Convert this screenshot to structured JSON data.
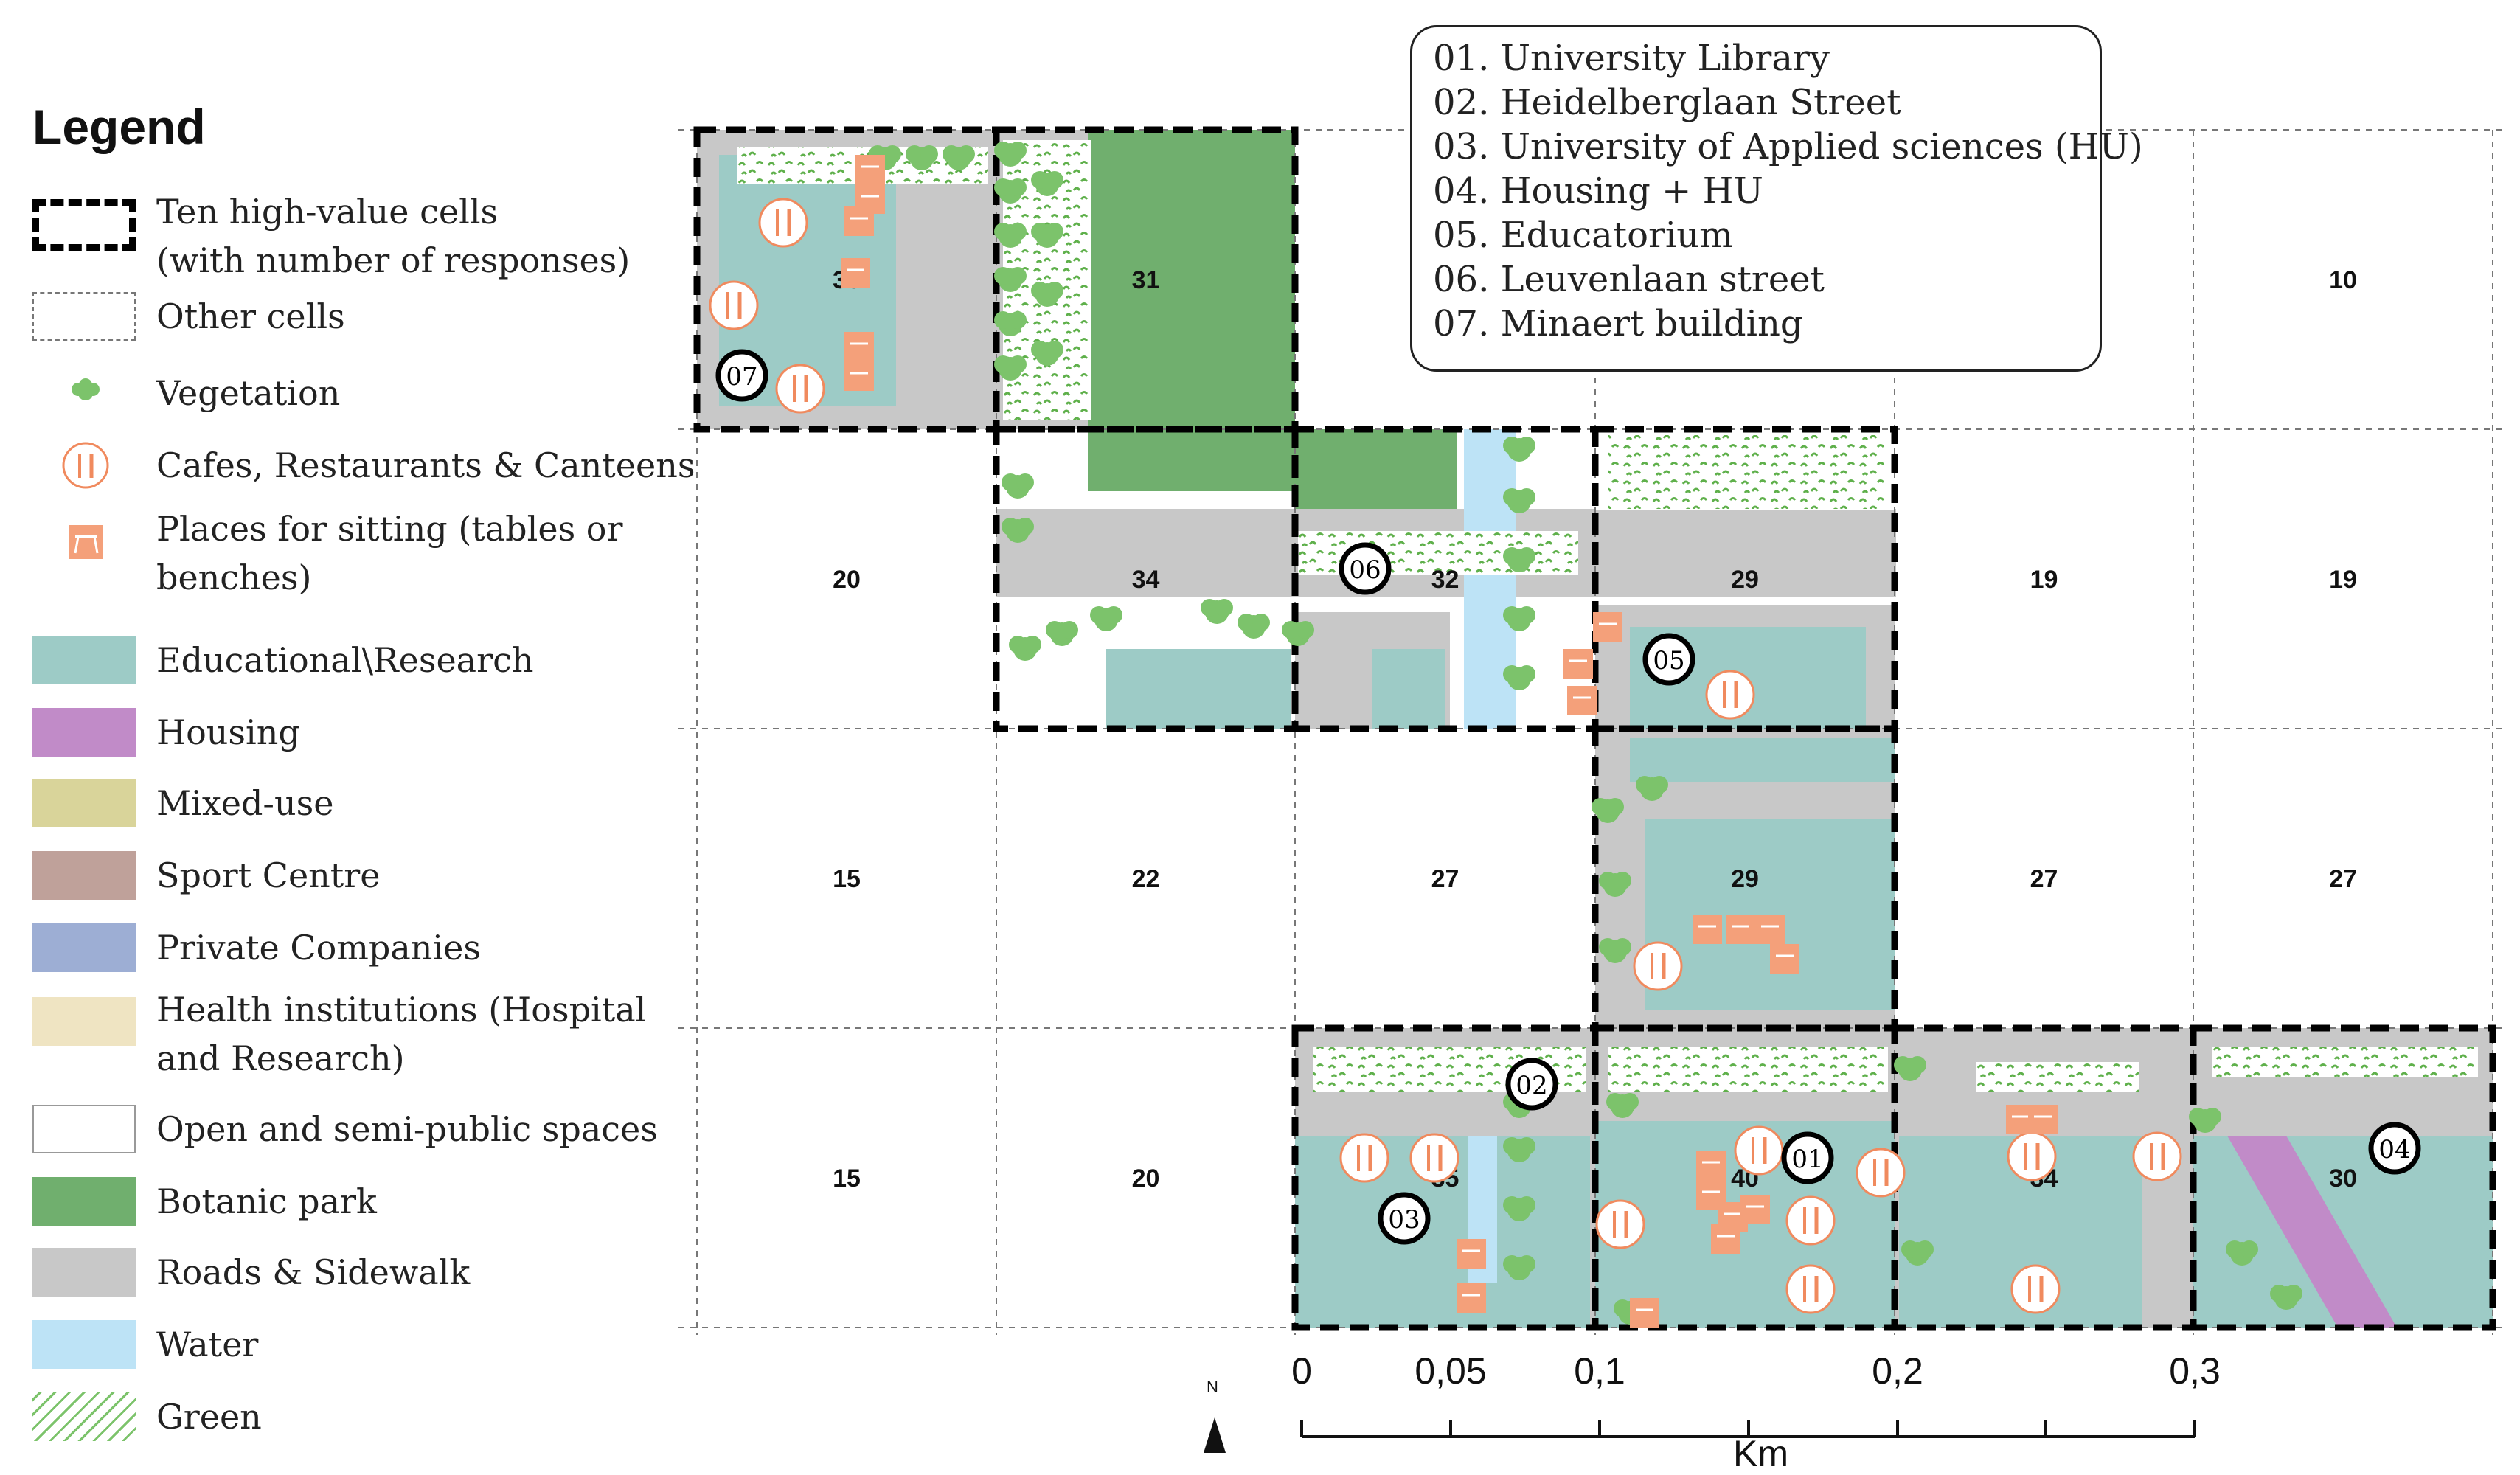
{
  "legend": {
    "title": "Legend",
    "items": [
      {
        "label": "Ten high-value cells\n(with number of responses)",
        "swatch": "high-value-cell"
      },
      {
        "label": "Other cells",
        "swatch": "other-cell"
      },
      {
        "label": "Vegetation",
        "swatch": "vegetation-icon"
      },
      {
        "label": "Cafes, Restaurants & Canteens",
        "swatch": "fork-knife-icon"
      },
      {
        "label": "Places for sitting (tables or\nbenches)",
        "swatch": "picnic-table-icon"
      },
      {
        "label": "Educational\\Research",
        "color": "#9DCBC6"
      },
      {
        "label": "Housing",
        "color": "#C18BC8"
      },
      {
        "label": "Mixed-use",
        "color": "#D9D49A"
      },
      {
        "label": "Sport Centre",
        "color": "#BFA19A"
      },
      {
        "label": "Private Companies",
        "color": "#9DAED4"
      },
      {
        "label": "Health institutions (Hospital\nand Research)",
        "color": "#EFE4C2"
      },
      {
        "label": "Open and semi-public spaces",
        "color": "#FFFFFF"
      },
      {
        "label": "Botanic park",
        "color": "#70AF6E"
      },
      {
        "label": "Roads & Sidewalk",
        "color": "#C8C8C8"
      },
      {
        "label": "Water",
        "color": "#BDE3F6"
      },
      {
        "label": "Green",
        "swatch": "green-pattern"
      }
    ]
  },
  "colors": {
    "education": "#9DCBC6",
    "housing": "#C18BC8",
    "botanic": "#70AF6E",
    "road": "#C8C8C8",
    "water": "#BDE3F6",
    "cafe": "#F08A5E",
    "sitting": "#F4A07A",
    "green": "#7CC36B"
  },
  "places": [
    "01. University Library",
    "02. Heidelberglaan Street",
    "03. University of Applied sciences (HU)",
    "04. Housing +  HU",
    "05. Educatorium",
    "06. Leuvenlaan street",
    "07. Minaert building"
  ],
  "grid": {
    "rows": [
      [
        "33",
        "31",
        "",
        "",
        "",
        "10"
      ],
      [
        "20",
        "34",
        "32",
        "29",
        "19",
        "19"
      ],
      [
        "15",
        "22",
        "27",
        "29",
        "27",
        "27"
      ],
      [
        "15",
        "20",
        "35",
        "40",
        "34",
        "30"
      ]
    ],
    "high_value_cells": [
      "r0c0",
      "r0c1",
      "r1c1",
      "r1c2",
      "r1c3",
      "r2c3",
      "r3c2",
      "r3c3",
      "r3c4",
      "r3c5"
    ]
  },
  "markers": [
    "01",
    "02",
    "03",
    "04",
    "05",
    "06",
    "07"
  ],
  "scale_bar": {
    "ticks": [
      "0",
      "0,05",
      "0,1",
      "0,2",
      "0,3"
    ],
    "unit": "Km",
    "north": "N"
  }
}
